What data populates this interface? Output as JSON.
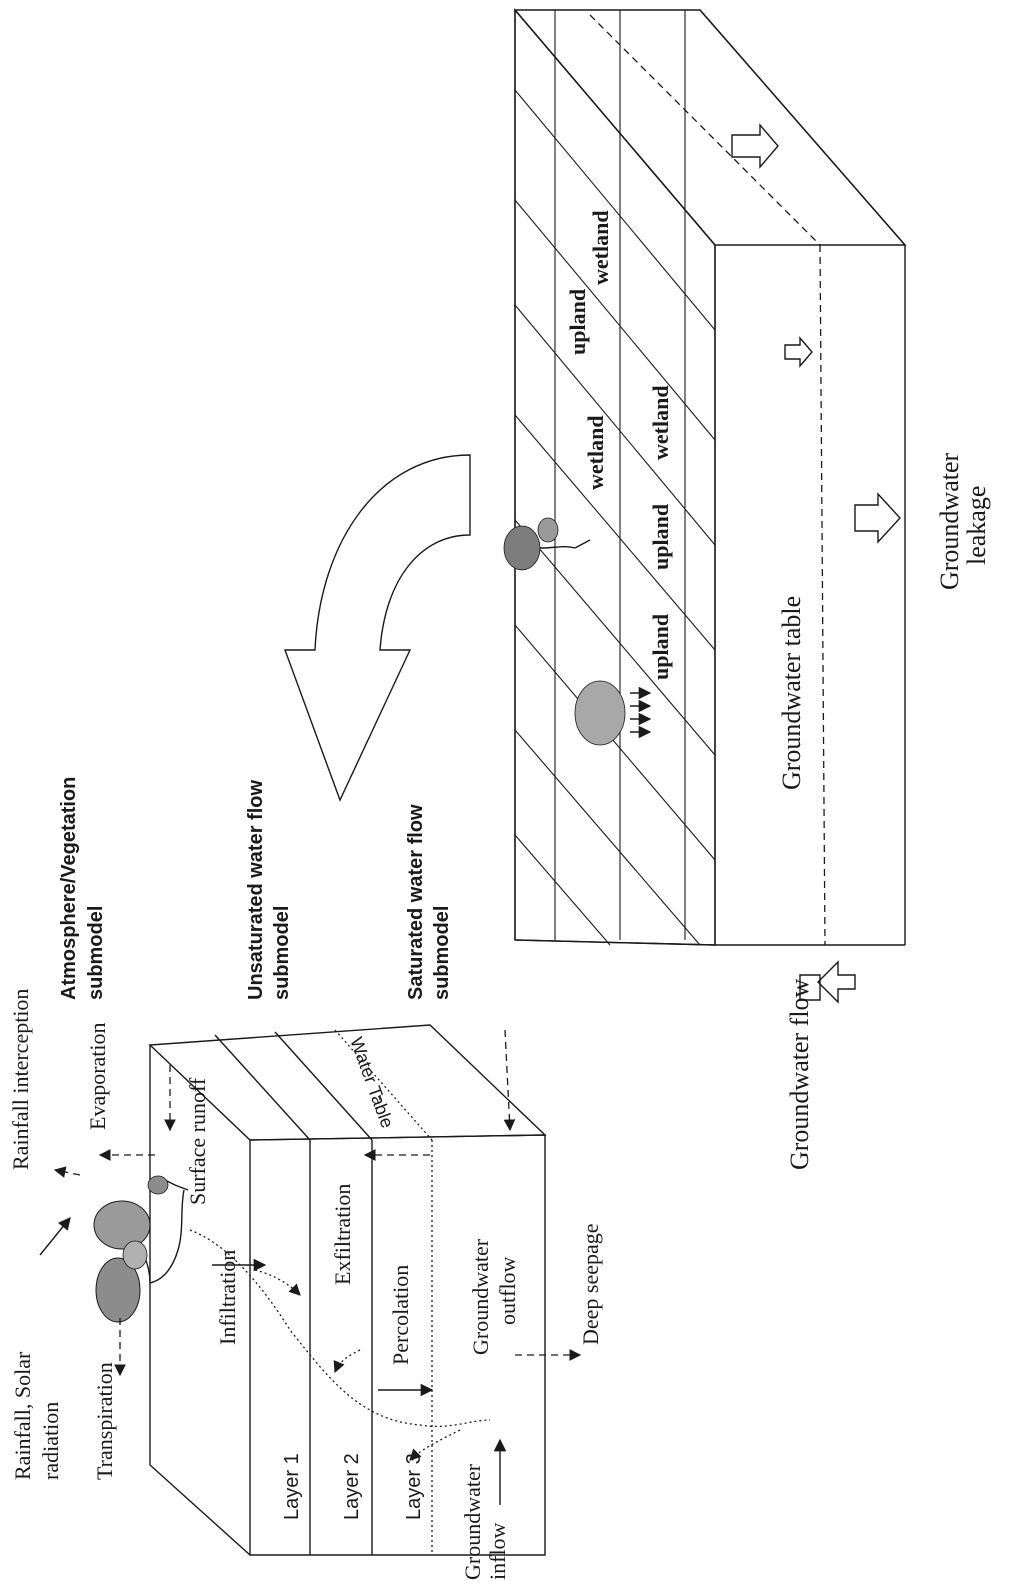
{
  "labels": {
    "rainfall_solar_1": "Rainfall, Solar",
    "rainfall_solar_2": "radiation",
    "transpiration": "Transpiration",
    "rainfall_interception": "Rainfall interception",
    "evaporation": "Evaporation",
    "surface_runoff": "Surface runoff",
    "infiltration": "Infiltration",
    "exfiltration": "Exfiltration",
    "percolation": "Percolation",
    "layer1": "Layer 1",
    "layer2": "Layer 2",
    "layer3": "Layer 3",
    "water_table": "Water Table",
    "gw_outflow_1": "Groundwater",
    "gw_outflow_2": "outflow",
    "deep_seepage": "Deep seepage",
    "gw_inflow_1": "Groundwater",
    "gw_inflow_2": "inflow",
    "submodel_atm_1": "Atmosphere/Vegetation",
    "submodel_atm_2": "submodel",
    "submodel_unsat_1": "Unsaturated water flow",
    "submodel_unsat_2": "submodel",
    "submodel_sat_1": "Saturated water flow",
    "submodel_sat_2": "submodel",
    "groundwater_flow": "Groundwater flow",
    "groundwater_table": "Groundwater table",
    "gw_leakage_1": "Groundwater",
    "gw_leakage_2": "leakage",
    "upland": "upland",
    "wetland": "wetland"
  }
}
